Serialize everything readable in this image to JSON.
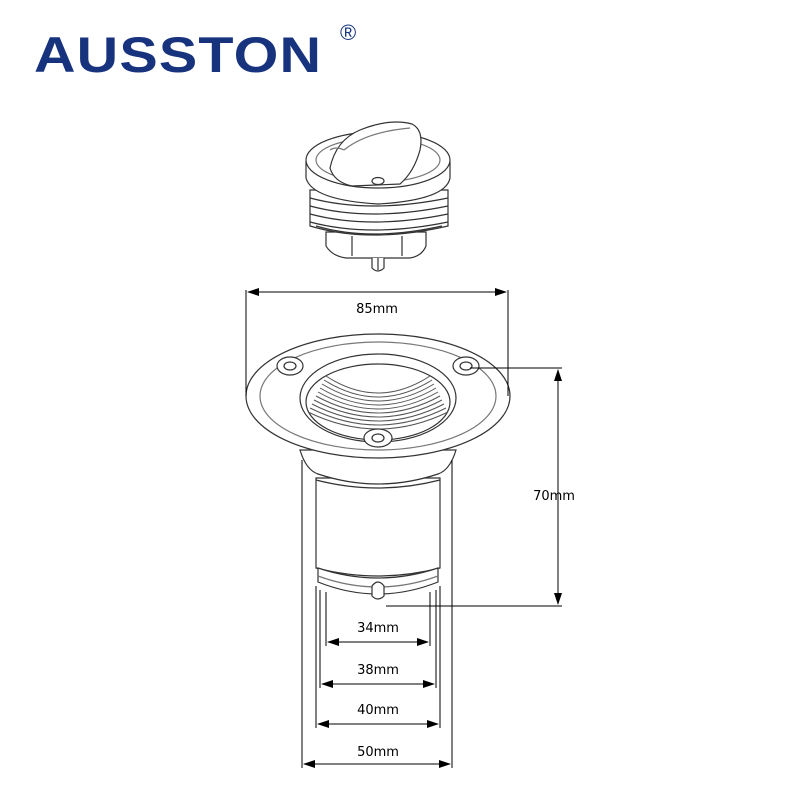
{
  "brand": {
    "name": "AUSSTON",
    "registered_mark": "®",
    "color": "#17337d"
  },
  "dimensions": {
    "flange_diameter": "85mm",
    "height": "70mm",
    "inner_34": "34mm",
    "inner_38": "38mm",
    "inner_40": "40mm",
    "outer_50": "50mm"
  }
}
